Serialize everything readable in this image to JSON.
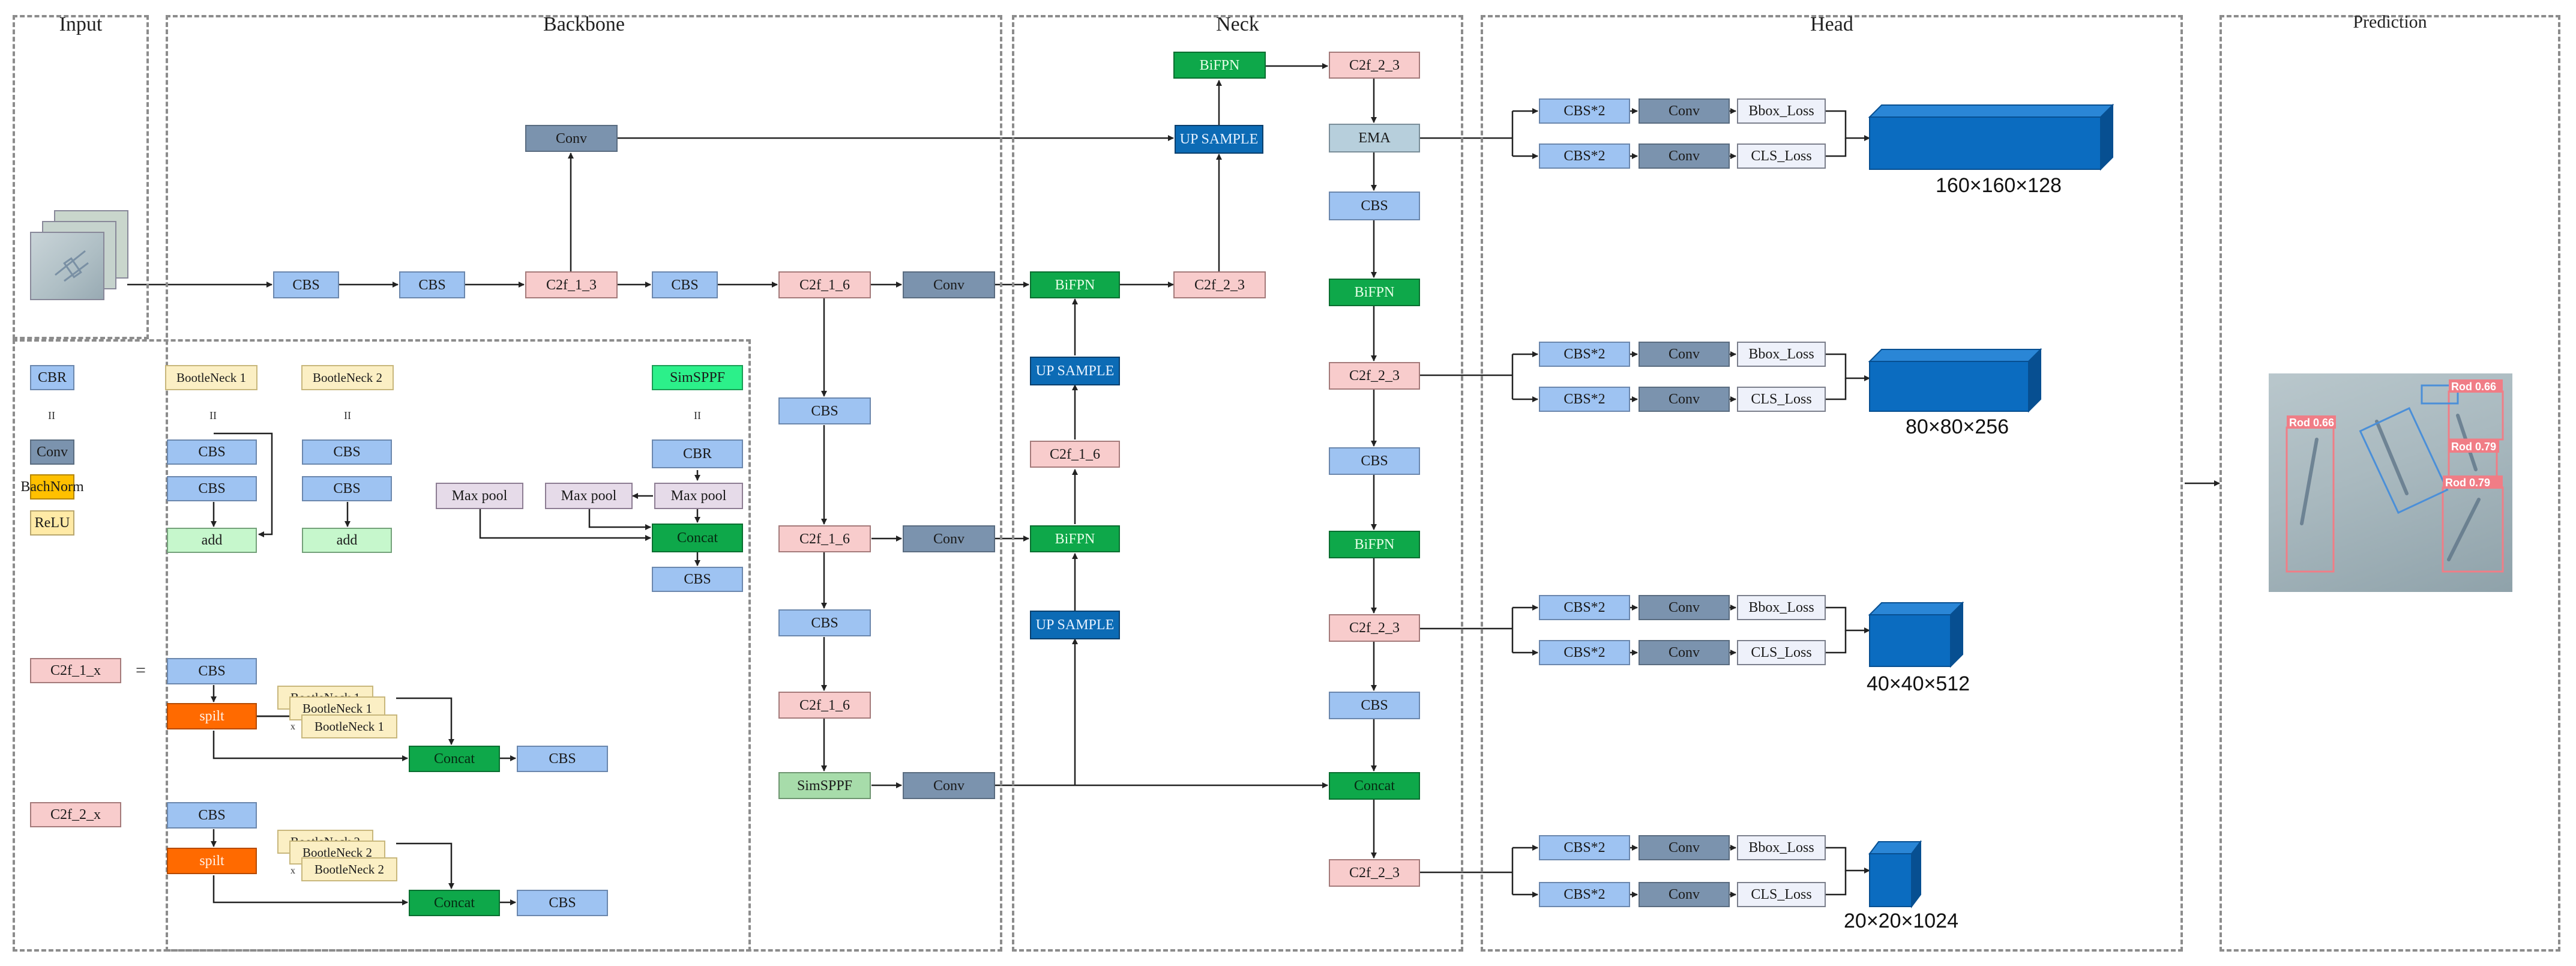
{
  "sections": {
    "input": "Input",
    "backbone": "Backbone",
    "neck": "Neck",
    "head": "Head",
    "prediction": "Prediction"
  },
  "blocks": {
    "cbs": "CBS",
    "conv": "Conv",
    "c2f_1_3": "C2f_1_3",
    "c2f_1_6": "C2f_1_6",
    "c2f_2_3": "C2f_2_3",
    "bifpn": "BiFPN",
    "upsample": "UP SAMPLE",
    "ema": "EMA",
    "concat": "Concat",
    "simsppf": "SimSPPF",
    "cbs2": "CBS*2",
    "bbox_loss": "Bbox_Loss",
    "cls_loss": "CLS_Loss"
  },
  "outputs": [
    "160×160×128",
    "80×80×256",
    "40×40×512",
    "20×20×1024"
  ],
  "legend": {
    "cbr": "CBR",
    "equals_vertical": "II",
    "conv": "Conv",
    "batchnorm": "BachNorm",
    "relu": "ReLU",
    "bottleneck1": "BootleNeck 1",
    "bottleneck2": "BootleNeck 2",
    "cbs": "CBS",
    "add": "add",
    "simsppf": "SimSPPF",
    "maxpool": "Max pool",
    "concat": "Concat",
    "c2f_1_x": "C2f_1_x",
    "c2f_2_x": "C2f_2_x",
    "equals": "=",
    "split": "spilt",
    "x_mark": "x"
  },
  "detections": [
    {
      "label": "Rod",
      "score": "0.66"
    },
    {
      "label": "Rod",
      "score": "0.66"
    },
    {
      "label": "Rod",
      "score": "0.79"
    },
    {
      "label": "Rod",
      "score": "0.79"
    }
  ],
  "colors": {
    "arrow": "#222222",
    "detection_box": "#f07d86",
    "detection_box_blue": "#4b8fd8",
    "cube_front": "#0b6cc0",
    "cube_top": "#2a86d6",
    "cube_side": "#074f91"
  }
}
